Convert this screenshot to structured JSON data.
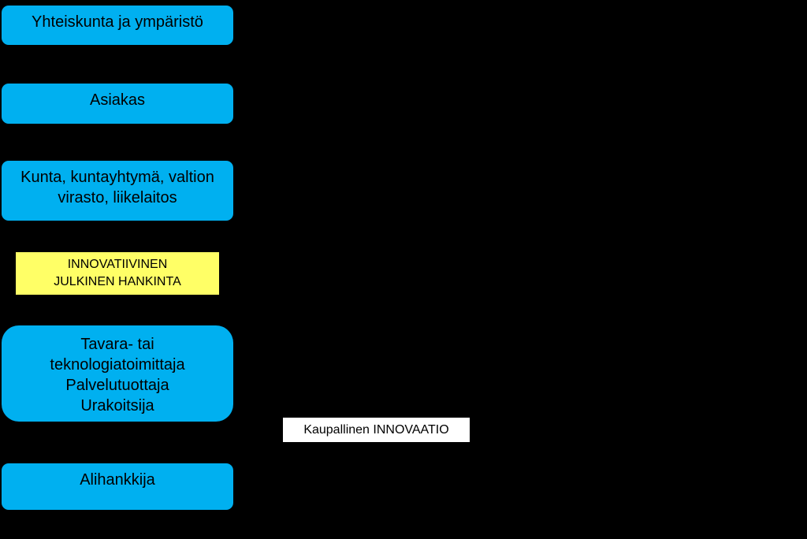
{
  "colors": {
    "background": "#000000",
    "stakeholder_box": "#00b0f0",
    "highlight_box": "#ffff66",
    "label_box": "#ffffff"
  },
  "stakeholders": [
    {
      "label": "Yhteiskunta ja ympäristö"
    },
    {
      "label": "Asiakas"
    },
    {
      "label": "Kunta, kuntayhtymä, valtion\nvirasto, liikelaitos"
    },
    {
      "label": "Tavara- tai\nteknologiatoimittaja\nPalvelutuottaja\nUrakoitsija"
    },
    {
      "label": "Alihankkija"
    }
  ],
  "highlight": {
    "label": "INNOVATIIVINEN\nJULKINEN HANKINTA"
  },
  "innovation_label": {
    "label": "Kaupallinen INNOVAATIO"
  }
}
